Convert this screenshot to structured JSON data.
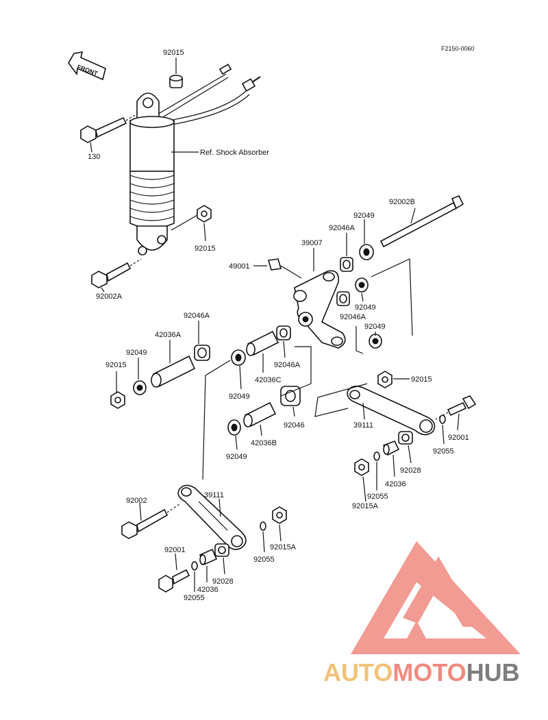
{
  "diagram": {
    "code": "F2150-0060",
    "front_label": "FRONT",
    "shock_ref": "Ref. Shock Absorber",
    "labels": {
      "p92015_top": "92015",
      "p130": "130",
      "p92015_mid": "92015",
      "p92002A": "92002A",
      "p92002B": "92002B",
      "p92049_a": "92049",
      "p92046A_a": "92046A",
      "p39007": "39007",
      "p49001": "49001",
      "p92049_b": "92049",
      "p92046A_b": "92046A",
      "p92049_c": "92049",
      "p92046A_left": "92046A",
      "p42036A": "42036A",
      "p92049_left": "92049",
      "p92015_left": "92015",
      "p92046A_center": "92046A",
      "p42036C": "42036C",
      "p92049_center": "92049",
      "p92046": "92046",
      "p42036B": "42036B",
      "p92049_low": "92049",
      "p92015_right": "92015",
      "p39111_right": "39111",
      "p92001_right": "92001",
      "p92055_right": "92055",
      "p92028_right": "92028",
      "p42036_right": "42036",
      "p92055_right2": "92055",
      "p92015A_right": "92015A",
      "p92002": "92002",
      "p39111_left": "39111",
      "p92015A_left": "92015A",
      "p92055_left": "92055",
      "p92001_left": "92001",
      "p92028_left": "92028",
      "p42036_left": "42036",
      "p92055_left2": "92055"
    }
  },
  "watermark": {
    "brand_left": "AUTO",
    "brand_mid": "MOTO",
    "brand_right": "HUB",
    "colors": {
      "auto": "#f2c27a",
      "moto": "#f08a80",
      "hub": "#7d7d7d",
      "triangle": "#f08a80"
    }
  }
}
